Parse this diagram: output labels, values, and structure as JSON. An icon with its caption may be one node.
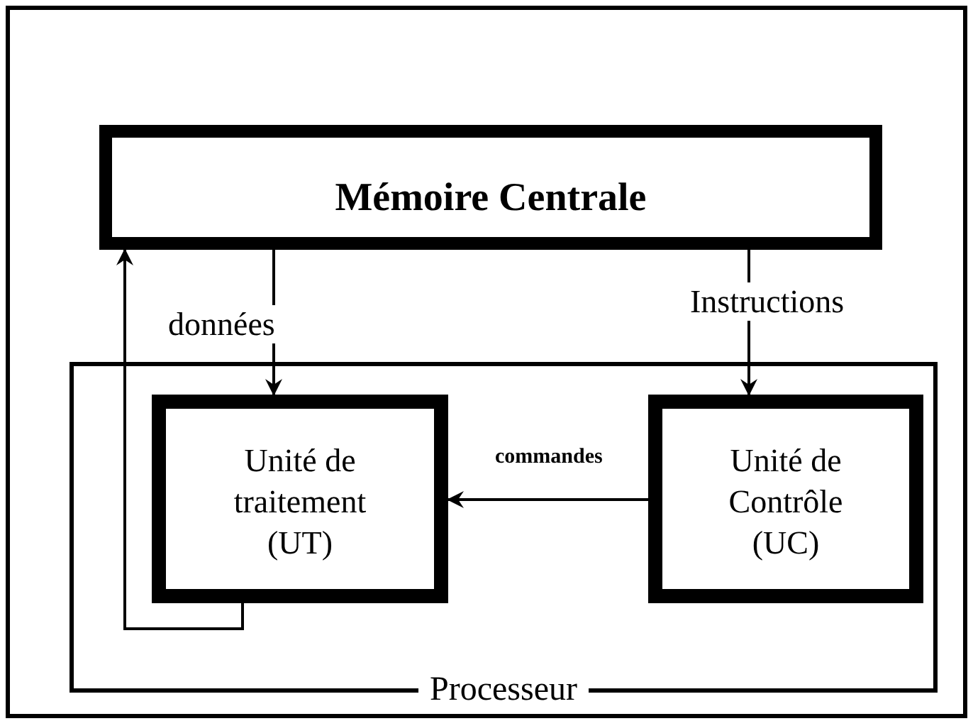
{
  "diagram": {
    "nodes": [
      {
        "text": [
          "Mémoire Centrale"
        ]
      },
      {
        "text": [
          "Processeur"
        ]
      },
      {
        "text": [
          "Unité de traitement (UT)"
        ],
        "in": 1
      },
      {
        "text": [
          "Unité de Contrôle (UC)"
        ],
        "in": 1
      }
    ],
    "edges": [
      {
        "from": 0,
        "to": 2,
        "arrow": "to",
        "label": "données"
      },
      {
        "from": 0,
        "to": 3,
        "arrow": "to",
        "label": "Instructions"
      },
      {
        "from": 3,
        "to": 2,
        "arrow": "to",
        "label": "commandes"
      },
      {
        "from": 2,
        "to": 0,
        "arrow": "to"
      }
    ]
  }
}
